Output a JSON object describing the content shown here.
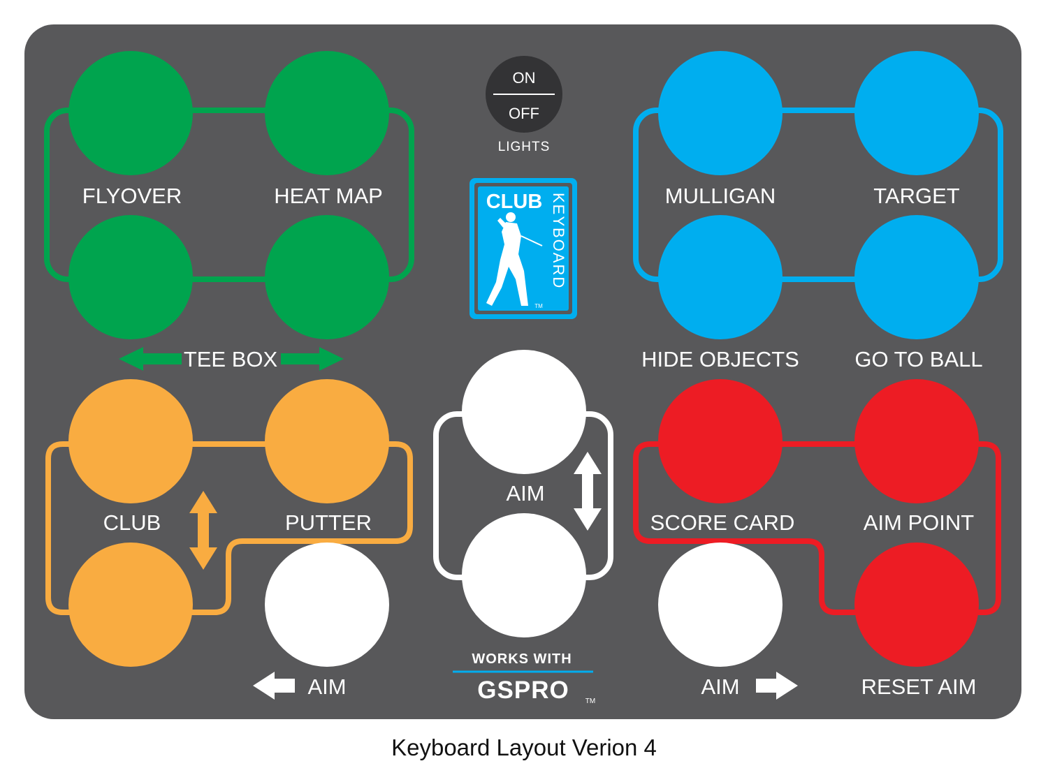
{
  "colors": {
    "board": "#58585a",
    "green": "#00a44e",
    "blue": "#00aeef",
    "orange": "#f9ac41",
    "red": "#ed1c24",
    "white": "#ffffff",
    "switch": "#333335"
  },
  "lights": {
    "on": "ON",
    "off": "OFF",
    "label": "LIGHTS"
  },
  "logo": {
    "club": "CLUB",
    "keyboard": "KEYBOARD",
    "tm": "TM"
  },
  "green_group": {
    "flyover": "FLYOVER",
    "heat_map": "HEAT MAP",
    "tee_box": "TEE BOX"
  },
  "blue_group": {
    "mulligan": "MULLIGAN",
    "target": "TARGET",
    "hide_objects": "HIDE OBJECTS",
    "go_to_ball": "GO TO BALL"
  },
  "orange_group": {
    "club": "CLUB",
    "putter": "PUTTER"
  },
  "center_group": {
    "aim": "AIM"
  },
  "red_group": {
    "score_card": "SCORE CARD",
    "aim_point": "AIM POINT",
    "reset_aim": "RESET AIM"
  },
  "aim_left": "AIM",
  "aim_right": "AIM",
  "gspro": {
    "works_with": "WORKS WITH",
    "name": "GSPRO",
    "tm": "TM"
  },
  "caption": "Keyboard Layout Verion 4"
}
